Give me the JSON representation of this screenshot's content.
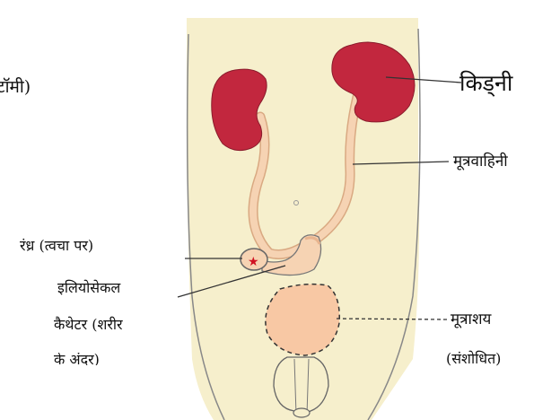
{
  "labels": {
    "top_cut": "टॉमी)",
    "kidney": "किड्नी",
    "ureter": "मूत्रवाहिनी",
    "stoma": "रंध्र  (त्वचा पर)",
    "catheter_line1": "इलियोसेकल",
    "catheter_line2": "कैथेटर  (शरीर",
    "catheter_line3": "के अंदर)",
    "bladder_line1": "मूत्राशय",
    "bladder_line2": "(संशोधित)"
  },
  "colors": {
    "body": "#f6efcc",
    "kidney": "#c2273e",
    "ureter": "#f6d3b3",
    "bladder": "#f8c8a4",
    "stoma_mark": "#d01020",
    "outline": "#555555",
    "leader": "#333333"
  }
}
